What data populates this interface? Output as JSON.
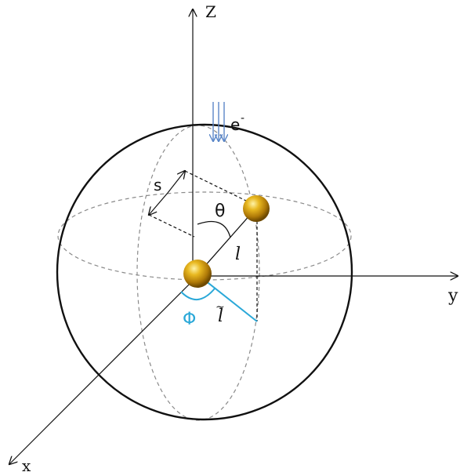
{
  "labels": {
    "z_axis": "Z",
    "y_axis": "y",
    "x_axis": "x",
    "electron": "e",
    "electron_sup": "-",
    "s": "s",
    "theta": "θ",
    "l": "l",
    "l_tilde": "l",
    "tilde_mark": "~",
    "phi": "Φ"
  },
  "colors": {
    "axis": "#111111",
    "sphere": "#111111",
    "dashed": "#8a8a8a",
    "projection": "#2aa8d8",
    "electron_beam": "#5a86c8",
    "atom": "#d4a017"
  }
}
